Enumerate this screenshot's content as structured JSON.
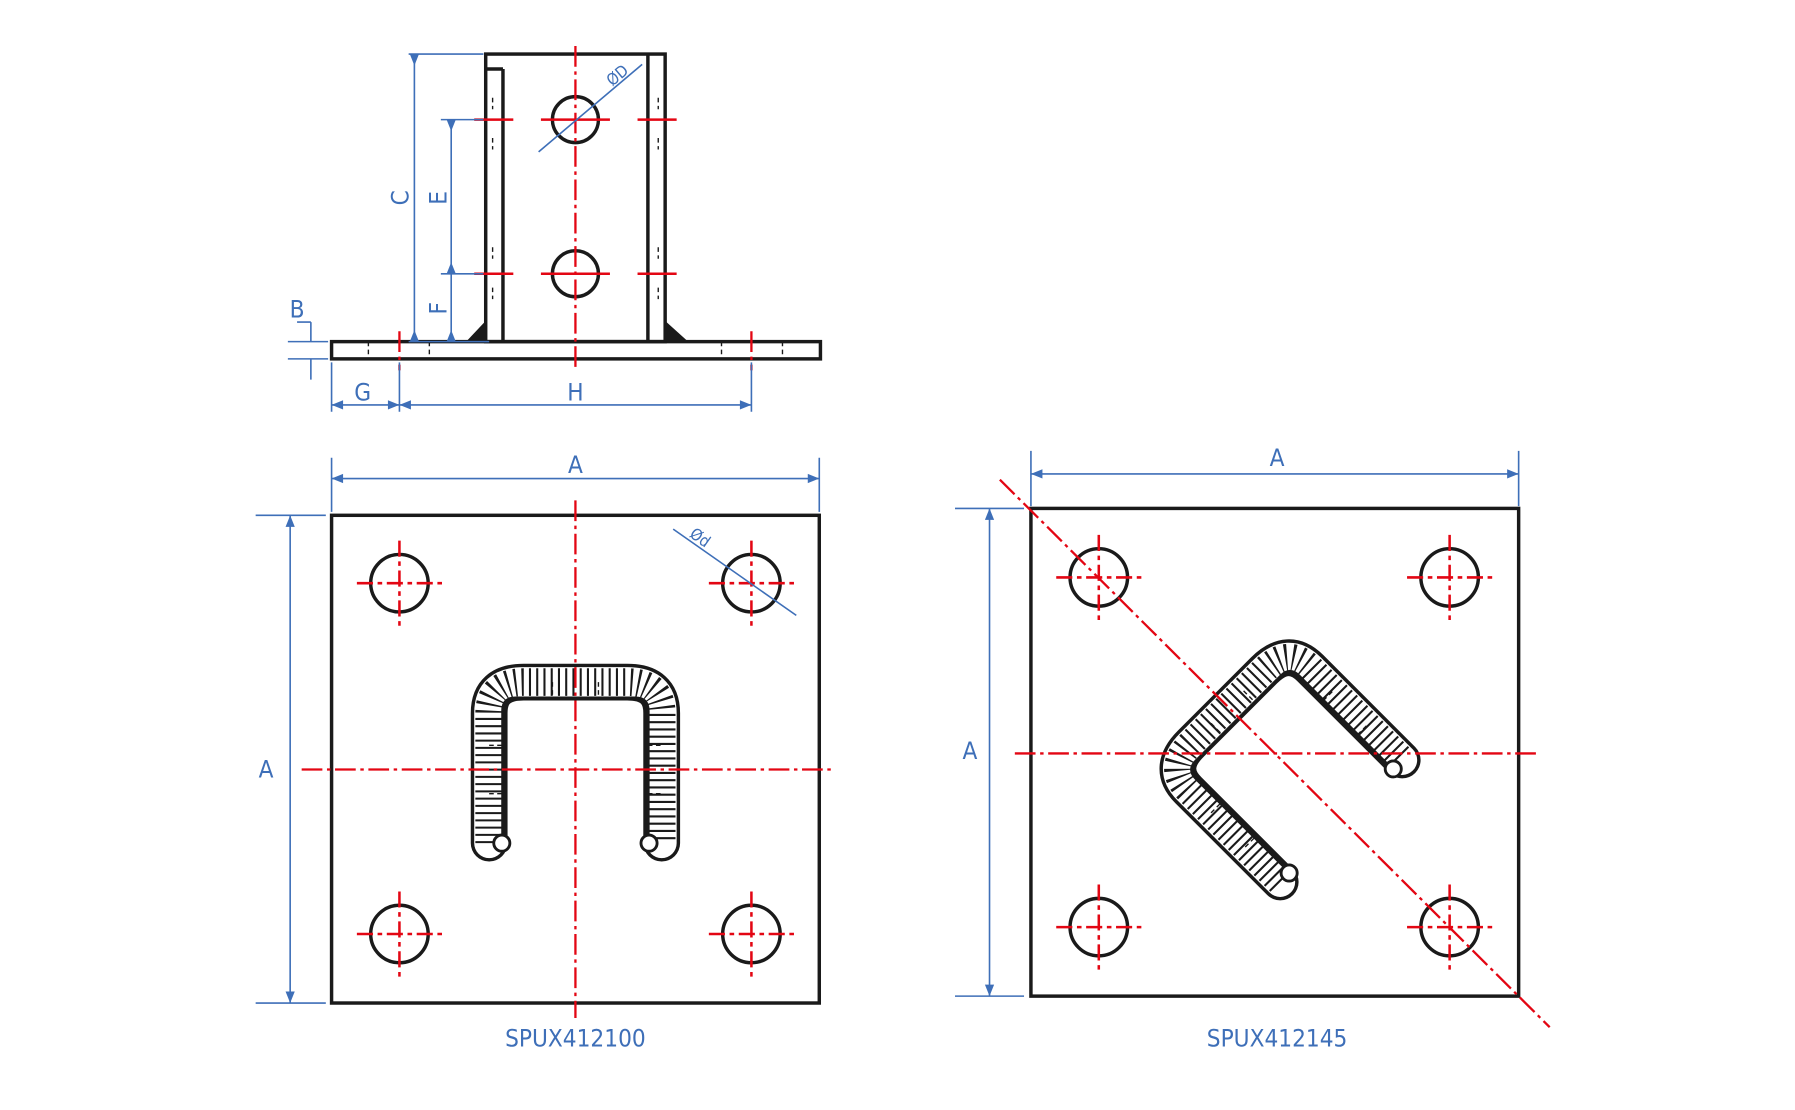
{
  "colors": {
    "outline": "#1a1a1a",
    "centerline": "#e30613",
    "dimension": "#3e6fb8"
  },
  "side_view": {
    "dim_labels": {
      "C": "C",
      "E": "E",
      "F": "F",
      "B": "B",
      "G": "G",
      "H": "H",
      "hole_diameter": "ØD"
    }
  },
  "plan_view_straight": {
    "dim_width": "A",
    "dim_height": "A",
    "hole_diameter": "Ød",
    "part_number": "SPUX412100"
  },
  "plan_view_rotated": {
    "dim_width": "A",
    "dim_height": "A",
    "part_number": "SPUX412145"
  }
}
